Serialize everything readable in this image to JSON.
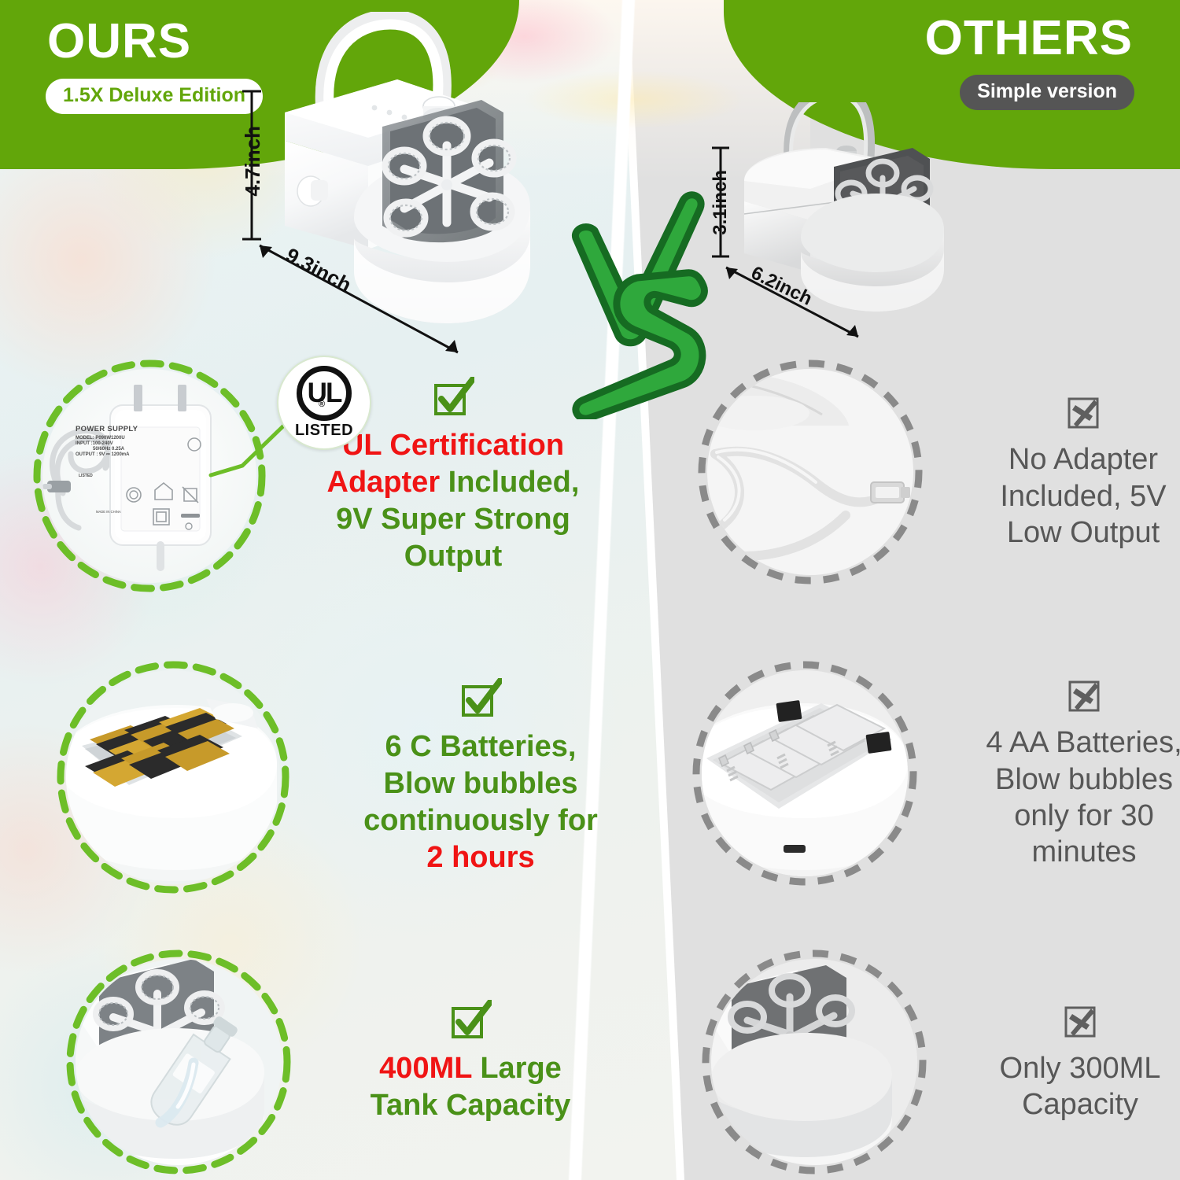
{
  "header": {
    "left": {
      "title": "OURS",
      "badge": "1.5X Deluxe Edition"
    },
    "right": {
      "title": "OTHERS",
      "badge": "Simple version"
    }
  },
  "colors": {
    "green_banner": "#62a60a",
    "green_text": "#4a9118",
    "red_accent": "#f01414",
    "gray_text": "#575757",
    "gray_bg": "#e0e0e0",
    "vs_green": "#2fa83c",
    "vs_outline": "#166b22"
  },
  "hero": {
    "ours": {
      "height_label": "4.7inch",
      "width_label": "9.3inch",
      "alt": "white deluxe bubble machine with handle and six-ring bubble wand"
    },
    "others": {
      "height_label": "3.1inch",
      "width_label": "6.2inch",
      "alt": "smaller gray bubble machine with thin handle"
    }
  },
  "vs": {
    "label": "VS"
  },
  "ul_badge": {
    "mark": "UL",
    "registered": "®",
    "listed": "LISTED"
  },
  "power_supply": {
    "title": "POWER SUPPLY",
    "model": "MODEL: P090W1200U",
    "input": "INPUT :100-240V",
    "frequency": "50/60Hz  0.25A",
    "output": "OUTPUT : 9V ⎓ 1200mA",
    "listed": "LISTED",
    "made_in": "MADE IN CHINA"
  },
  "features": {
    "ours": [
      {
        "icon": "check-box-icon",
        "image_alt": "UL certified 9V power adapter with cable",
        "lines": [
          {
            "parts": [
              {
                "text": "UL Certification",
                "style": "hl"
              }
            ]
          },
          {
            "parts": [
              {
                "text": "Adapter",
                "style": "hl"
              },
              {
                "text": " Included,",
                "style": "normal"
              }
            ]
          },
          {
            "parts": [
              {
                "text": "9V Super Strong",
                "style": "normal"
              }
            ]
          },
          {
            "parts": [
              {
                "text": "Output",
                "style": "normal"
              }
            ]
          }
        ]
      },
      {
        "icon": "check-box-icon",
        "image_alt": "battery compartment filled with six C batteries",
        "lines": [
          {
            "parts": [
              {
                "text": "6 C Batteries,",
                "style": "normal"
              }
            ]
          },
          {
            "parts": [
              {
                "text": "Blow bubbles",
                "style": "normal"
              }
            ]
          },
          {
            "parts": [
              {
                "text": "continuously for",
                "style": "normal"
              }
            ]
          },
          {
            "parts": [
              {
                "text": "2 hours",
                "style": "hl"
              }
            ]
          }
        ]
      },
      {
        "icon": "check-box-icon",
        "image_alt": "bubble solution being poured into the large tank",
        "lines": [
          {
            "parts": [
              {
                "text": "400ML",
                "style": "hl"
              },
              {
                "text": " Large",
                "style": "normal"
              }
            ]
          },
          {
            "parts": [
              {
                "text": "Tank Capacity",
                "style": "normal"
              }
            ]
          }
        ]
      }
    ],
    "others": [
      {
        "icon": "crossed-box-icon",
        "image_alt": "plain USB cable with no wall adapter",
        "lines": [
          {
            "parts": [
              {
                "text": "No Adapter",
                "style": "normal"
              }
            ]
          },
          {
            "parts": [
              {
                "text": "Included, 5V",
                "style": "normal"
              }
            ]
          },
          {
            "parts": [
              {
                "text": "Low Output",
                "style": "normal"
              }
            ]
          }
        ]
      },
      {
        "icon": "crossed-box-icon",
        "image_alt": "empty four-slot AA battery compartment",
        "lines": [
          {
            "parts": [
              {
                "text": "4 AA Batteries,",
                "style": "normal"
              }
            ]
          },
          {
            "parts": [
              {
                "text": "Blow bubbles",
                "style": "normal"
              }
            ]
          },
          {
            "parts": [
              {
                "text": "only for 30",
                "style": "normal"
              }
            ]
          },
          {
            "parts": [
              {
                "text": "minutes",
                "style": "normal"
              }
            ]
          }
        ]
      },
      {
        "icon": "crossed-box-icon",
        "image_alt": "small gray bubble machine tank with wand",
        "lines": [
          {
            "parts": [
              {
                "text": "Only 300ML",
                "style": "normal"
              }
            ]
          },
          {
            "parts": [
              {
                "text": "Capacity",
                "style": "normal"
              }
            ]
          }
        ]
      }
    ]
  }
}
